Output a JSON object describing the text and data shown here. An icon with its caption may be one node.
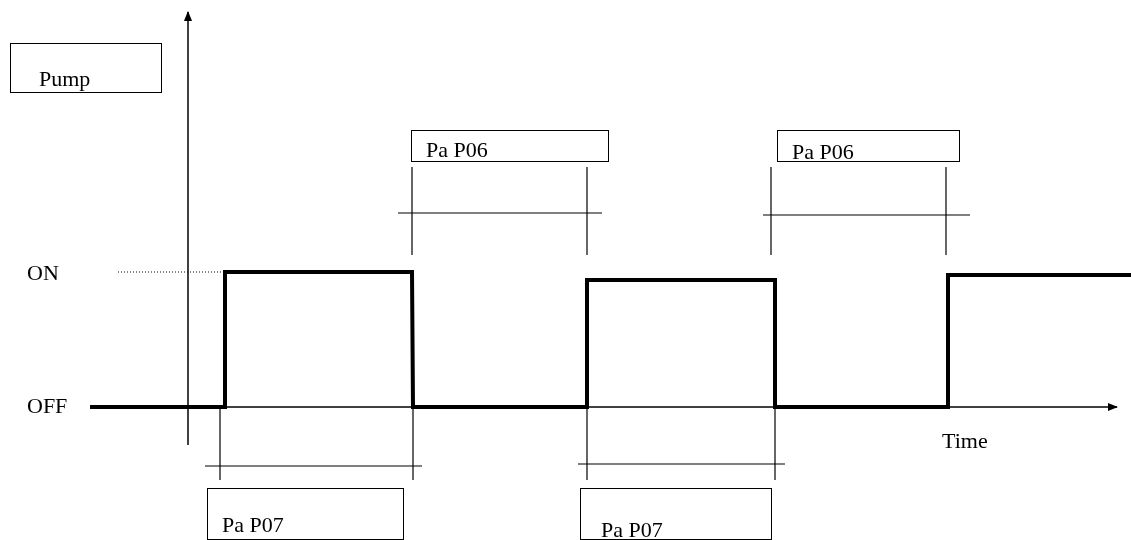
{
  "diagram": {
    "nodes": [
      {
        "text": [
          "Pump"
        ]
      },
      {
        "text": [
          "Pa P06"
        ]
      },
      {
        "text": [
          "Pa P06"
        ]
      },
      {
        "text": [
          "Pa P07"
        ]
      },
      {
        "text": [
          "Pa P07"
        ]
      }
    ],
    "labels": [
      "ON",
      "OFF",
      "Time"
    ]
  }
}
